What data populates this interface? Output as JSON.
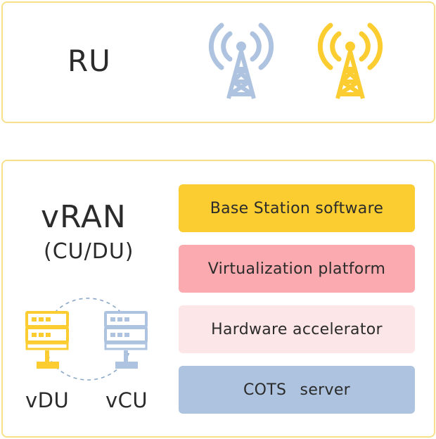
{
  "ru": {
    "title": "RU"
  },
  "vran": {
    "title": "vRAN",
    "subtitle": "(CU/DU)"
  },
  "layers": [
    {
      "label": "Base Station software",
      "color": "#fbcd31"
    },
    {
      "label": "Virtualization platform",
      "color": "#fbaaaf"
    },
    {
      "label": "Hardware accelerator",
      "color": "#fde6e7"
    },
    {
      "label": "COTS server",
      "color": "#aec3df"
    }
  ],
  "servers": {
    "vdu_label": "vDU",
    "vcu_label": "vCU"
  },
  "colors": {
    "border": "#f7e08a",
    "blue": "#aec3df",
    "yellow": "#fbcd31",
    "pink": "#fbaaaf",
    "light_pink": "#fde6e7",
    "dashed": "#8aa7c8"
  },
  "icons": [
    "antenna-tower-icon",
    "server-icon"
  ]
}
